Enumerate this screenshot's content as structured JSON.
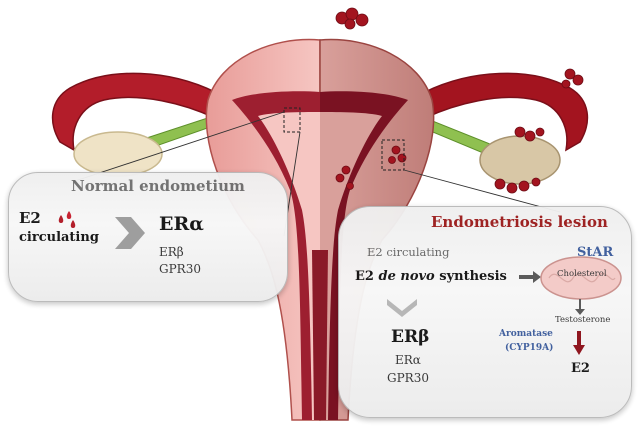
{
  "normal_panel": {
    "title": "Normal endometium",
    "e2": "E2",
    "circulating": "circulating",
    "er_alpha": "ERα",
    "er_beta": "ERβ",
    "gpr30": "GPR30"
  },
  "lesion_panel": {
    "title": "Endometriosis lesion",
    "e2_circulating": "E2 circulating",
    "denovo_prefix": "E2 ",
    "denovo_italic": "de novo",
    "denovo_suffix": " synthesis",
    "er_beta": "ERβ",
    "er_alpha": "ERα",
    "gpr30": "GPR30",
    "star": "StAR",
    "cholesterol": "Cholesterol",
    "testosterone": "Testosterone",
    "aromatase": "Aromatase",
    "cyp19a": "(CYP19A)",
    "e2": "E2"
  },
  "colors": {
    "uterus_outer_left": "#f2b9b5",
    "uterus_outer_right": "#cf8f8b",
    "endometrium_dark": "#8b1a2a",
    "ovary": "#efe3c6",
    "fallopian_ligament": "#8fc050",
    "lesion_red": "#a3141f",
    "lesion_title": "#9b1b1b",
    "enzyme_blue": "#3a5a9b"
  }
}
